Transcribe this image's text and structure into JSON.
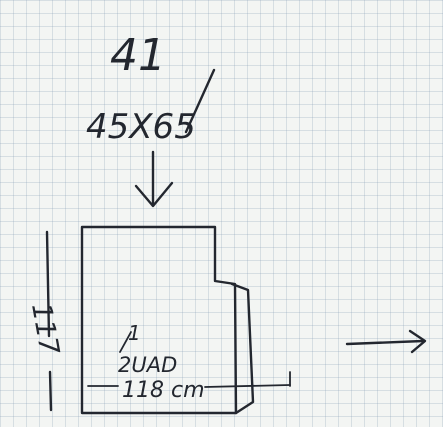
{
  "sketch": {
    "count_label": "41",
    "size_label": "45X65",
    "height_label": "117",
    "fraction_numerator": "1",
    "fraction_denominator": "2UAD",
    "width_label": "118 cm"
  },
  "colors": {
    "paper": "#f3f5f3",
    "grid": "#a9b8c9",
    "ink": "#23272f"
  }
}
